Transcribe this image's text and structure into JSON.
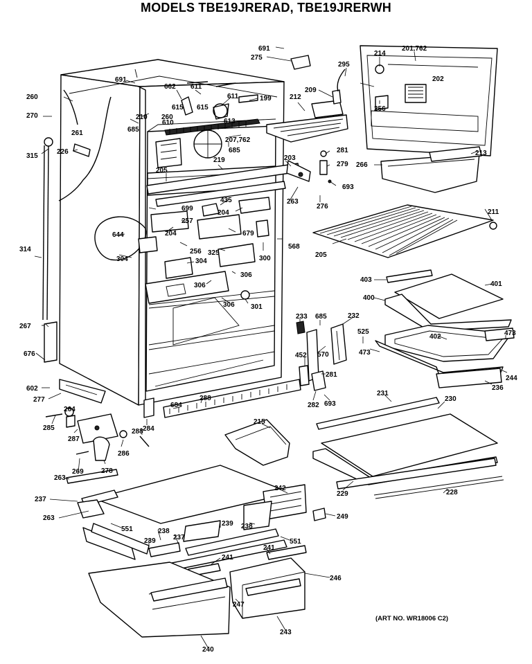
{
  "title": "MODELS TBE19JRERAD, TBE19JRERWH",
  "art_note": "(ART NO. WR18006 C2)",
  "part_labels": {
    "l691a": "691",
    "l275": "275",
    "l214": "214",
    "l201": "201,762",
    "l295": "295",
    "l691b": "691",
    "l662": "662",
    "l611a": "611",
    "l611b": "611",
    "l202": "202",
    "l260a": "260",
    "l270": "270",
    "l261": "261",
    "l210": "210",
    "l260b": "260",
    "l615a": "615",
    "l615b": "615",
    "l610": "610",
    "l613": "613",
    "l199": "199",
    "l212": "212",
    "l209": "209",
    "l256a": "256",
    "l685a": "685",
    "l207": "207,762",
    "l315": "315",
    "l226": "226",
    "l685b": "685",
    "l281a": "281",
    "l213": "213",
    "l219": "219",
    "l203": "203",
    "l279": "279",
    "l266": "266",
    "l205a": "205",
    "l693a": "693",
    "l435": "435",
    "l263a": "263",
    "l276": "276",
    "l699": "699",
    "l204a": "204",
    "l211": "211",
    "l257": "257",
    "l679": "679",
    "l644": "644",
    "l204b": "204",
    "l314": "314",
    "l256b": "256",
    "l325": "325",
    "l300": "300",
    "l568": "568",
    "l205b": "205",
    "l304a": "304",
    "l304b": "304",
    "l306a": "306",
    "l403": "403",
    "l401": "401",
    "l306b": "306",
    "l306c": "306",
    "l301": "301",
    "l400": "400",
    "l233": "233",
    "l685c": "685",
    "l232": "232",
    "l267": "267",
    "l525": "525",
    "l402": "402",
    "l473a": "473",
    "l473b": "473",
    "l570": "570",
    "l676": "676",
    "l452": "452",
    "l281b": "281",
    "l244": "244",
    "l236": "236",
    "l602": "602",
    "l277": "277",
    "l282": "282",
    "l693b": "693",
    "l231": "231",
    "l230": "230",
    "l264": "264",
    "l684": "684",
    "l288a": "288",
    "l285": "285",
    "l287": "287",
    "l284": "284",
    "l288b": "288",
    "l215": "215",
    "l286": "286",
    "l269": "269",
    "l278": "278",
    "l229": "229",
    "l228": "228",
    "l263b": "263",
    "l242": "242",
    "l237a": "237",
    "l263c": "263",
    "l249": "249",
    "l239a": "239",
    "l238a": "238",
    "l551a": "551",
    "l239b": "239",
    "l238b": "238",
    "l237b": "237",
    "l551b": "551",
    "l241a": "241",
    "l241b": "241",
    "l246": "246",
    "l247": "247",
    "l243": "243",
    "l240": "240"
  },
  "colors": {
    "ink": "#000000",
    "paper": "#ffffff"
  }
}
